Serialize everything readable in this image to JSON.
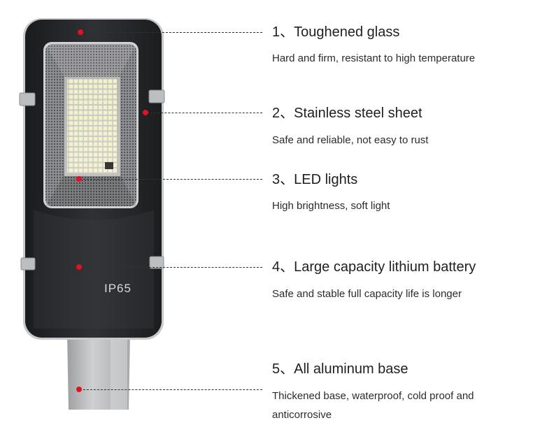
{
  "lamp": {
    "badge": "IP65"
  },
  "callouts": [
    {
      "title": "1、Toughened glass",
      "desc": "Hard and firm, resistant to high temperature"
    },
    {
      "title": "2、Stainless steel sheet",
      "desc": "Safe and reliable, not easy to rust"
    },
    {
      "title": "3、LED lights",
      "desc": "High brightness, soft light"
    },
    {
      "title": "4、Large capacity lithium battery",
      "desc": "Safe and stable full capacity life is longer"
    },
    {
      "title": "5、All aluminum base",
      "desc": "Thickened base, waterproof, cold proof and anticorrosive"
    }
  ],
  "colors": {
    "marker": "#e0141e",
    "housing": "#2a2b2e",
    "base": "#bcbdbf"
  }
}
